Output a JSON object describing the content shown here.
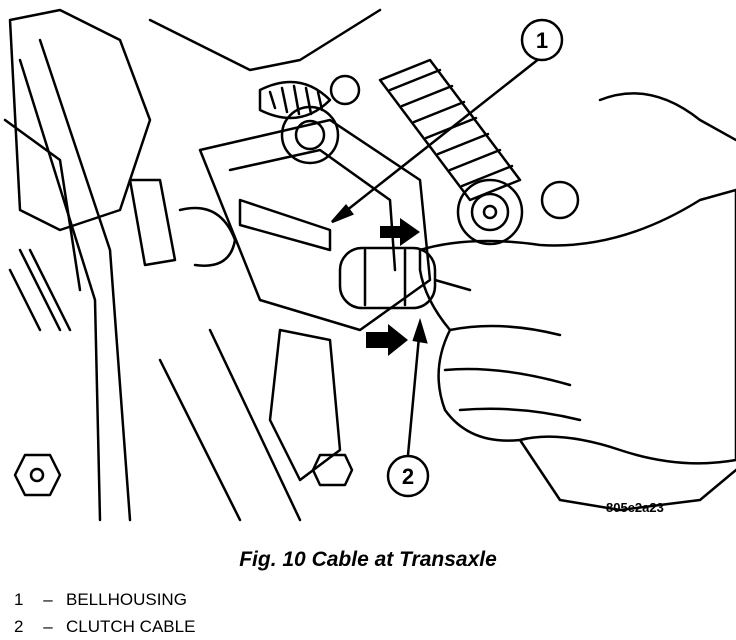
{
  "figure": {
    "code": "805e2a23",
    "caption": "Fig. 10 Cable at Transaxle",
    "callouts": [
      "1",
      "2"
    ],
    "legend": [
      {
        "num": "1",
        "dash": "–",
        "label": "BELLHOUSING"
      },
      {
        "num": "2",
        "dash": "–",
        "label": "CLUTCH CABLE"
      }
    ]
  }
}
